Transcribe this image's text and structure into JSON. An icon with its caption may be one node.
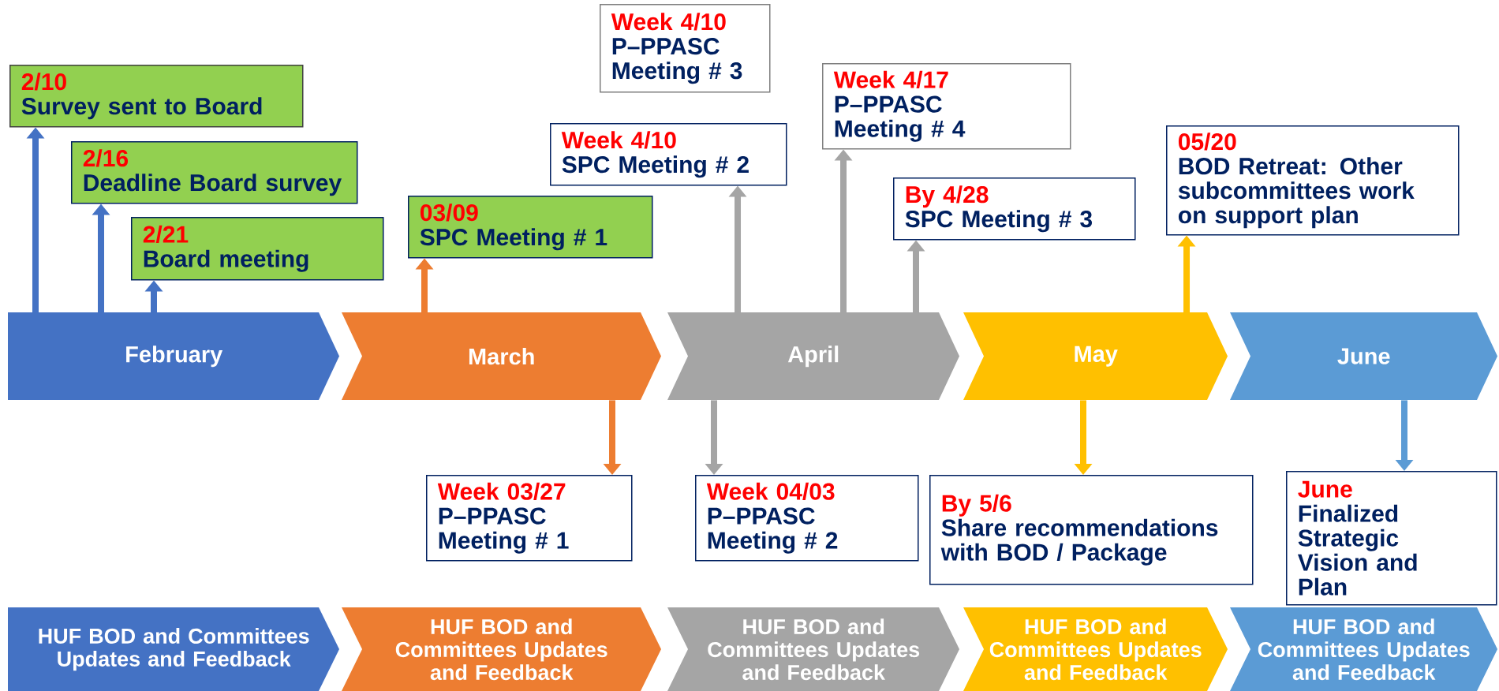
{
  "diagram": {
    "nodes": [
      {
        "text": [
          "2/10",
          "Survey sent to Board"
        ]
      },
      {
        "text": [
          "2/16",
          "Deadline Board survey"
        ]
      },
      {
        "text": [
          "2/21",
          "Board meeting"
        ]
      },
      {
        "text": [
          "03/09",
          "SPC Meeting # 1"
        ]
      },
      {
        "text": [
          "Week 4/10",
          "P–PPASC Meeting # 3"
        ]
      },
      {
        "text": [
          "Week 4/10",
          "SPC Meeting # 2"
        ]
      },
      {
        "text": [
          "Week 4/17",
          "P–PPASC Meeting # 4"
        ]
      },
      {
        "text": [
          "By 4/28",
          "SPC Meeting # 3"
        ]
      },
      {
        "text": [
          "05/20",
          "BOD Retreat: Other subcommittees work on support plan"
        ]
      },
      {
        "text": [
          "February"
        ]
      },
      {
        "text": [
          "March"
        ]
      },
      {
        "text": [
          "April"
        ]
      },
      {
        "text": [
          "May"
        ]
      },
      {
        "text": [
          "June"
        ]
      },
      {
        "text": [
          "Week 03/27",
          "P–PPASC Meeting # 1"
        ]
      },
      {
        "text": [
          "Week 04/03",
          "P–PPASC Meeting # 2"
        ]
      },
      {
        "text": [
          "By 5/6",
          "Share recommendations with BOD / Package"
        ]
      },
      {
        "text": [
          "June",
          "Finalized Strategic Vision and Plan"
        ]
      },
      {
        "text": [
          "HUF BOD and Committees Updates and Feedback"
        ]
      },
      {
        "text": [
          "HUF BOD and Committees Updates and Feedback"
        ]
      },
      {
        "text": [
          "HUF BOD and Committees Updates and Feedback"
        ]
      },
      {
        "text": [
          "HUF BOD and Committees Updates and Feedback"
        ]
      },
      {
        "text": [
          "HUF BOD and Committees Updates and Feedback"
        ]
      }
    ],
    "edges": [
      {
        "from": 9,
        "to": 0,
        "arrow": "to",
        "color": "#4472c4"
      },
      {
        "from": 9,
        "to": 1,
        "arrow": "to",
        "color": "#4472c4"
      },
      {
        "from": 9,
        "to": 2,
        "arrow": "to",
        "color": "#4472c4"
      },
      {
        "from": 10,
        "to": 3,
        "arrow": "to",
        "color": "#ed7d31"
      },
      {
        "from": 11,
        "to": 5,
        "arrow": "to"
      },
      {
        "from": 11,
        "to": 6,
        "arrow": "to"
      },
      {
        "from": 11,
        "to": 7,
        "arrow": "to"
      },
      {
        "from": 12,
        "to": 8,
        "arrow": "to",
        "color": "#ffc000"
      },
      {
        "from": 10,
        "to": 14,
        "arrow": "to",
        "color": "#ed7d31"
      },
      {
        "from": 11,
        "to": 15,
        "arrow": "to"
      },
      {
        "from": 12,
        "to": 16,
        "arrow": "to",
        "color": "#ffc000"
      },
      {
        "from": 13,
        "to": 17,
        "arrow": "to",
        "color": "#5b9bd5"
      }
    ]
  }
}
